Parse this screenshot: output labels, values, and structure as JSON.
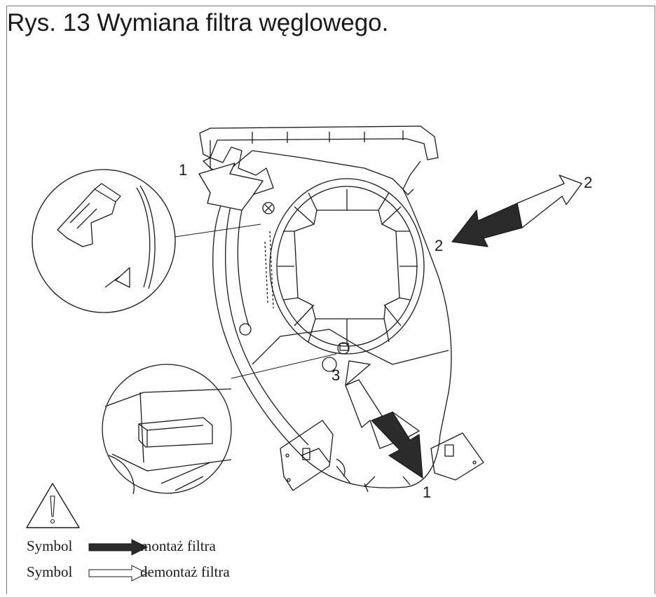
{
  "figure": {
    "title": "Rys. 13 Wymiana filtra węglowego.",
    "callouts": {
      "top_left": "1",
      "bottom_right": "1",
      "right_upper": "2",
      "right_lower": "2",
      "center": "3"
    }
  },
  "legend": {
    "items": [
      {
        "symbol_label": "Symbol",
        "arrow_style": "filled",
        "text": "montaż filtra"
      },
      {
        "symbol_label": "Symbol",
        "arrow_style": "outline",
        "text": "demontaż filtra"
      }
    ]
  },
  "colors": {
    "line": "#1a1a1a",
    "arrow_fill": "#2b2b2b",
    "frame": "#7a7a7a"
  }
}
